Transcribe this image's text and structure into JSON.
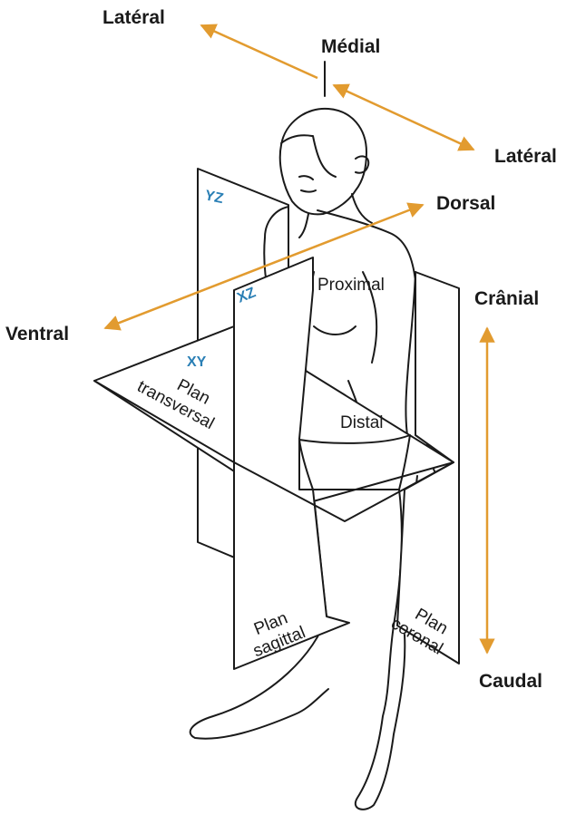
{
  "colors": {
    "arrow": "#e29b2f",
    "axis_label": "#2a7fb5",
    "line": "#1a1a1a"
  },
  "directions": {
    "lateral_left": "Latéral",
    "medial": "Médial",
    "lateral_right": "Latéral",
    "dorsal": "Dorsal",
    "ventral": "Ventral",
    "cranial": "Crânial",
    "caudal": "Caudal"
  },
  "axes": {
    "yz": "YZ",
    "xz": "XZ",
    "xy": "XY"
  },
  "regions": {
    "proximal": "Proximal",
    "distal": "Distal"
  },
  "planes": {
    "transversal": [
      "Plan",
      "transversal"
    ],
    "sagittal": [
      "Plan",
      "sagittal"
    ],
    "coronal": [
      "Plan",
      "coronal"
    ]
  }
}
